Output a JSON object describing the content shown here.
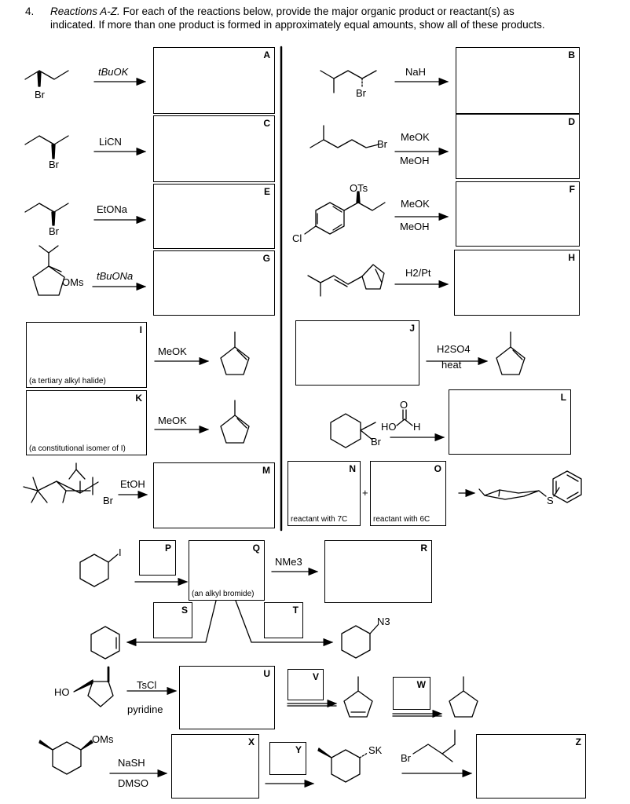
{
  "header": {
    "number": "4.",
    "title": "Reactions A-Z.",
    "line1": " For each of the reactions below, provide the major organic product or reactant(s) as",
    "line2": "indicated. If more than one product is formed in approximately equal amounts, show all of these products."
  },
  "atoms": {
    "br": "Br",
    "ots": "OTs",
    "cl": "Cl",
    "oms": "OMs",
    "ho": "HO",
    "o": "O",
    "h": "H",
    "s": "S",
    "sk": "SK",
    "n3": "N3",
    "i": "I",
    "plus": "+"
  },
  "reagents": {
    "r1": "tBuOK",
    "r2": "LiCN",
    "r3": "EtONa",
    "r4": "tBuONa",
    "r5": "NaH",
    "r6a": "MeOK",
    "r6b": "MeOH",
    "r7a": "MeOK",
    "r7b": "MeOH",
    "r8": "H2/Pt",
    "r9": "MeOK",
    "r10": "MeOK",
    "r11a": "H2SO4",
    "r11b": "heat",
    "r12": "EtOH",
    "r13": "NMe3",
    "r14a": "TsCl",
    "r14b": "pyridine",
    "r15a": "NaSH",
    "r15b": "DMSO"
  },
  "boxes": {
    "A": "A",
    "B": "B",
    "C": "C",
    "D": "D",
    "E": "E",
    "F": "F",
    "G": "G",
    "H": "H",
    "I": "I",
    "J": "J",
    "K": "K",
    "L": "L",
    "M": "M",
    "N": "N",
    "O": "O",
    "P": "P",
    "Q": "Q",
    "R": "R",
    "S": "S",
    "T": "T",
    "U": "U",
    "V": "V",
    "W": "W",
    "X": "X",
    "Y": "Y",
    "Z": "Z"
  },
  "captions": {
    "I": "(a tertiary alkyl halide)",
    "K": "(a constitutional isomer of I)",
    "N": "reactant with 7C",
    "O": "reactant with 6C",
    "Q": "(an alkyl bromide)"
  }
}
